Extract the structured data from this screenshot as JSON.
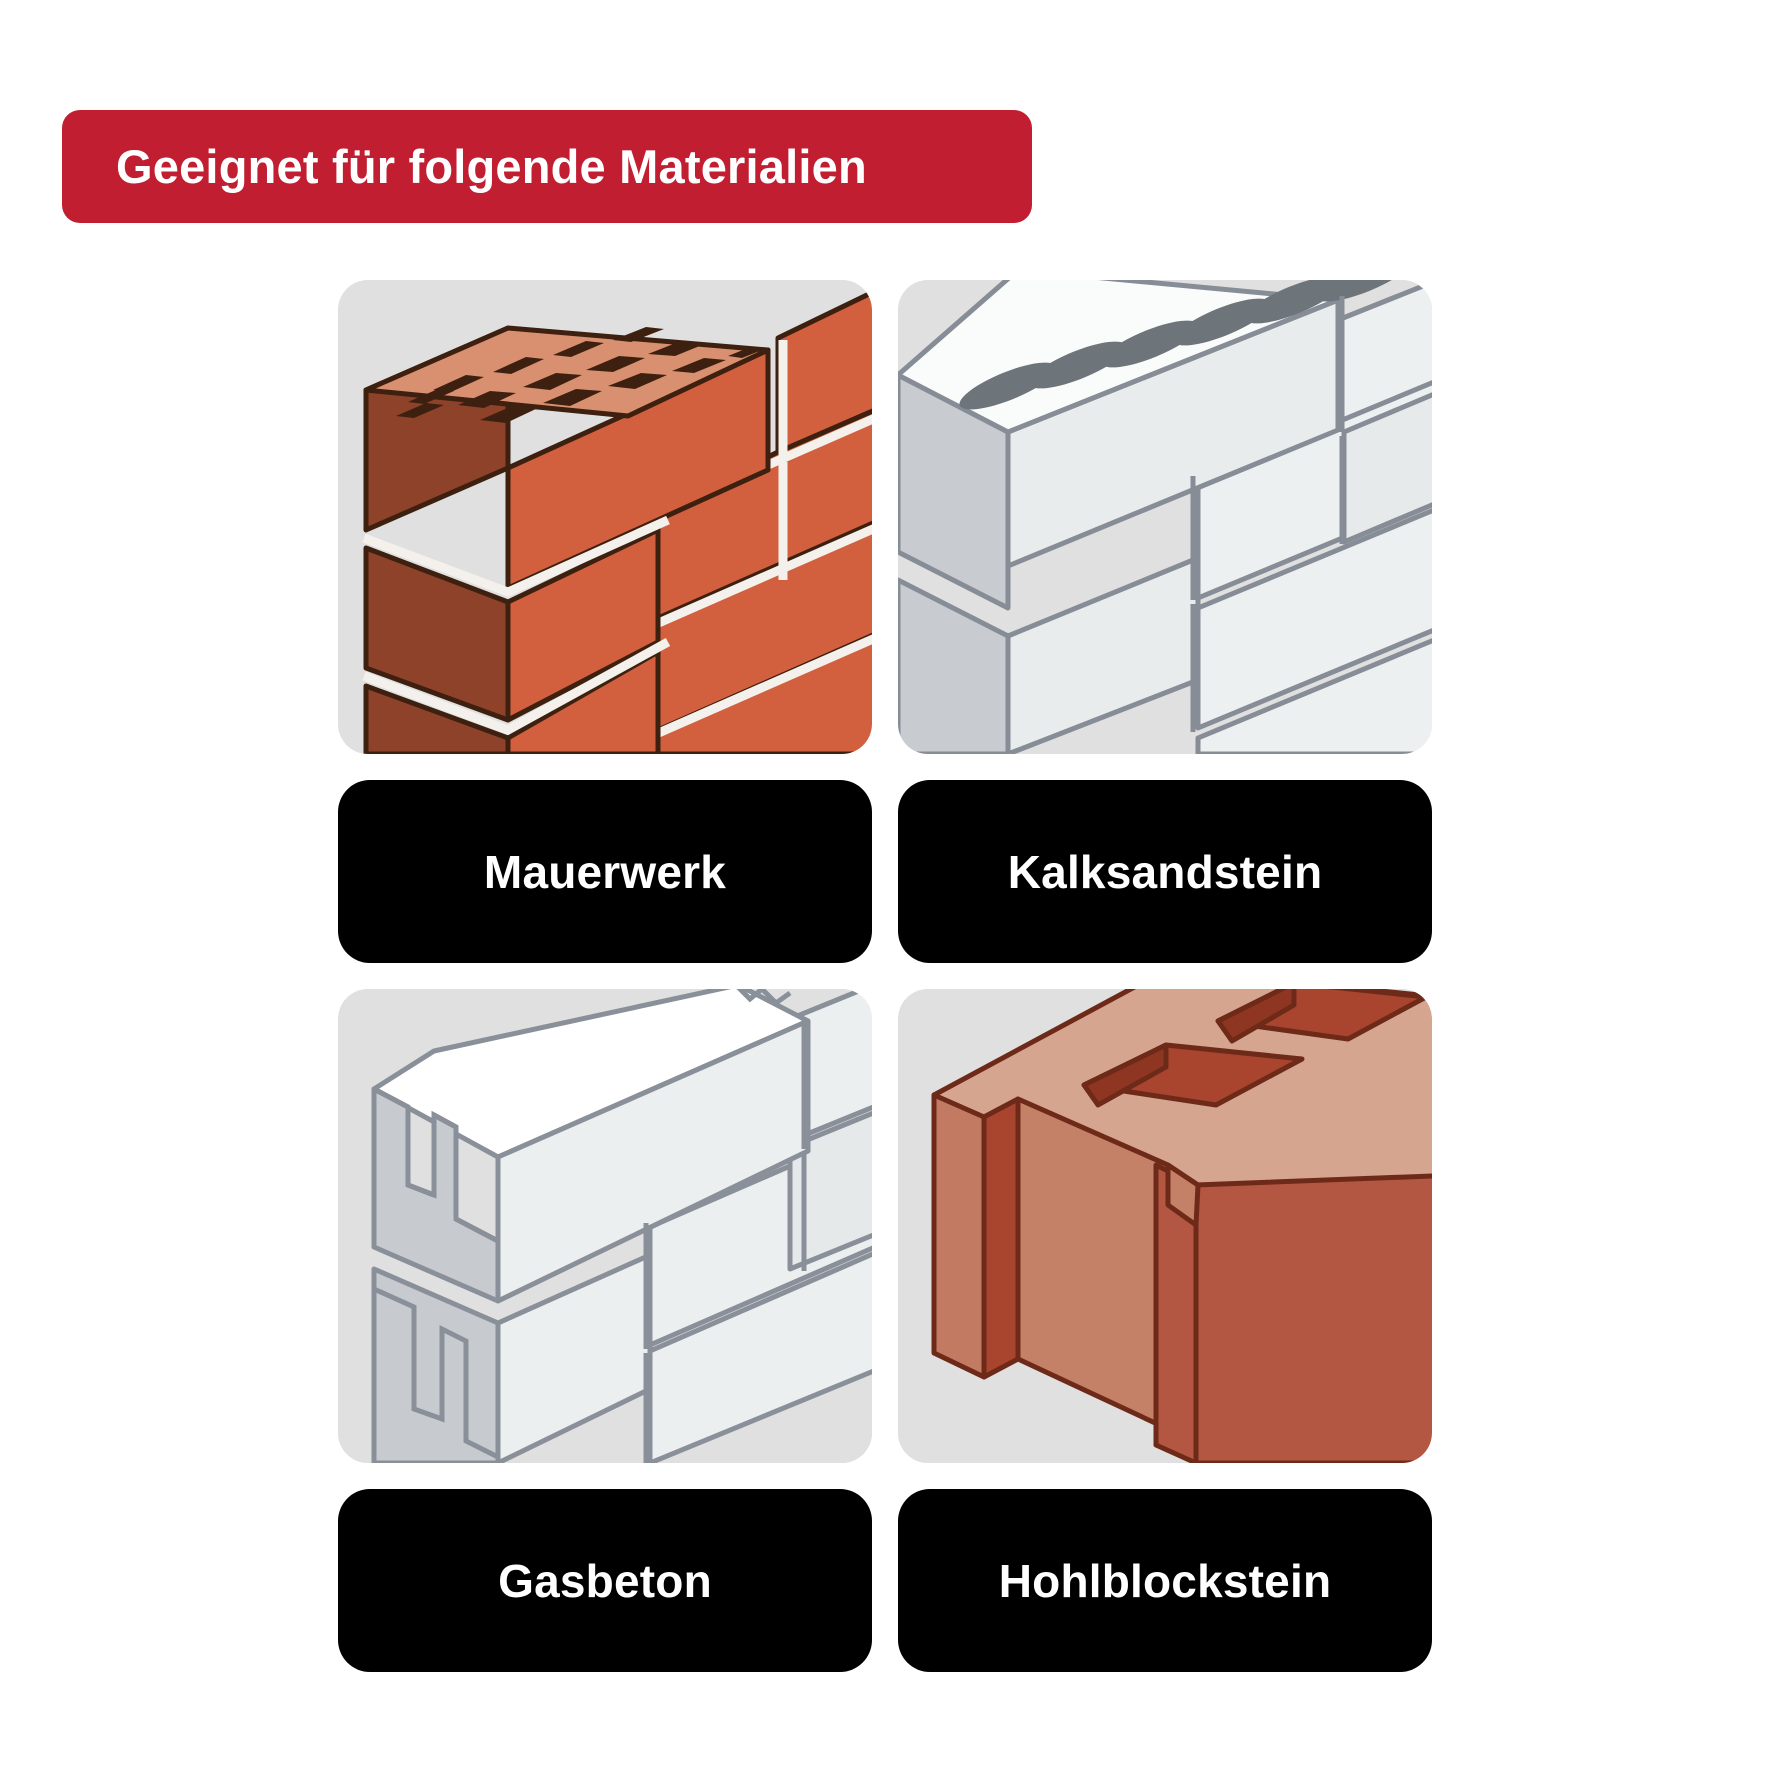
{
  "header": {
    "title": "Geeignet für folgende Materialien",
    "background_color": "#C21E32",
    "text_color": "#FFFFFF"
  },
  "materials": [
    {
      "label": "Mauerwerk",
      "icon": "clay-brick-wall-illustration",
      "thumb_background": "#E0E0E0",
      "colors": {
        "face": "#D2603F",
        "side": "#8E422A",
        "top": "#D89070",
        "outline": "#3D200F",
        "mortar": "#F4F1EC"
      }
    },
    {
      "label": "Kalksandstein",
      "icon": "sand-lime-block-wall-illustration",
      "thumb_background": "#E0E0E0",
      "colors": {
        "face": "#E9ECEC",
        "side": "#C8CCD1",
        "top": "#FAFBFB",
        "outline": "#868D96",
        "slot": "#6E757A"
      }
    },
    {
      "label": "Gasbeton",
      "icon": "aerated-concrete-block-wall-illustration",
      "thumb_background": "#E0E0E0",
      "colors": {
        "face": "#ECEFEF",
        "side": "#C7CBD0",
        "top": "#FFFFFF",
        "outline": "#8A9099"
      }
    },
    {
      "label": "Hohlblockstein",
      "icon": "hollow-clay-block-illustration",
      "thumb_background": "#E0E0E0",
      "colors": {
        "face": "#B35742",
        "side": "#C27A63",
        "top": "#D6A58F",
        "cavity": "#A9452F",
        "outline": "#6E2A18"
      }
    }
  ],
  "label_box": {
    "background_color": "#000000",
    "text_color": "#FFFFFF"
  }
}
